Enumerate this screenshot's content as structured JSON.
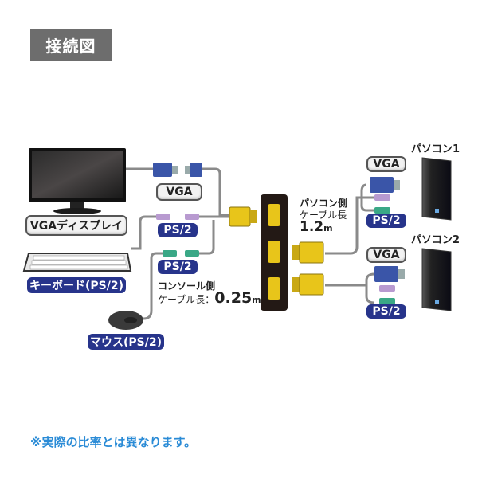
{
  "title": "接続図",
  "devices": {
    "monitor_label": "VGAディスプレイ",
    "keyboard_label": "キーボード(PS/2)",
    "mouse_label": "マウス(PS/2)",
    "pc1_label": "パソコン1",
    "pc2_label": "パソコン2"
  },
  "console_side": {
    "vga_tag": "VGA",
    "ps2_keyboard_tag": "PS/2",
    "ps2_mouse_tag": "PS/2",
    "cable_title": "コンソール側",
    "cable_length_label": "ケーブル長：",
    "cable_length_value": "0.25",
    "cable_length_unit": "m"
  },
  "pc_side": {
    "pc1_vga_tag": "VGA",
    "pc1_ps2_tag": "PS/2",
    "pc2_vga_tag": "VGA",
    "pc2_ps2_tag": "PS/2",
    "cable_title": "パソコン側",
    "cable_length_label": "ケーブル長",
    "cable_length_value": "1.2",
    "cable_length_unit": "m"
  },
  "note": "※実際の比率とは異なります。",
  "colors": {
    "title_bg": "#6d6d6d",
    "tag_blue": "#27348b",
    "note": "#2a8bd6",
    "connector_yellow": "#e8c51a",
    "vga_blue": "#3a55a8",
    "ps2_purple": "#b89ad0",
    "ps2_green": "#3aa886",
    "cable": "#8a8a8a"
  }
}
